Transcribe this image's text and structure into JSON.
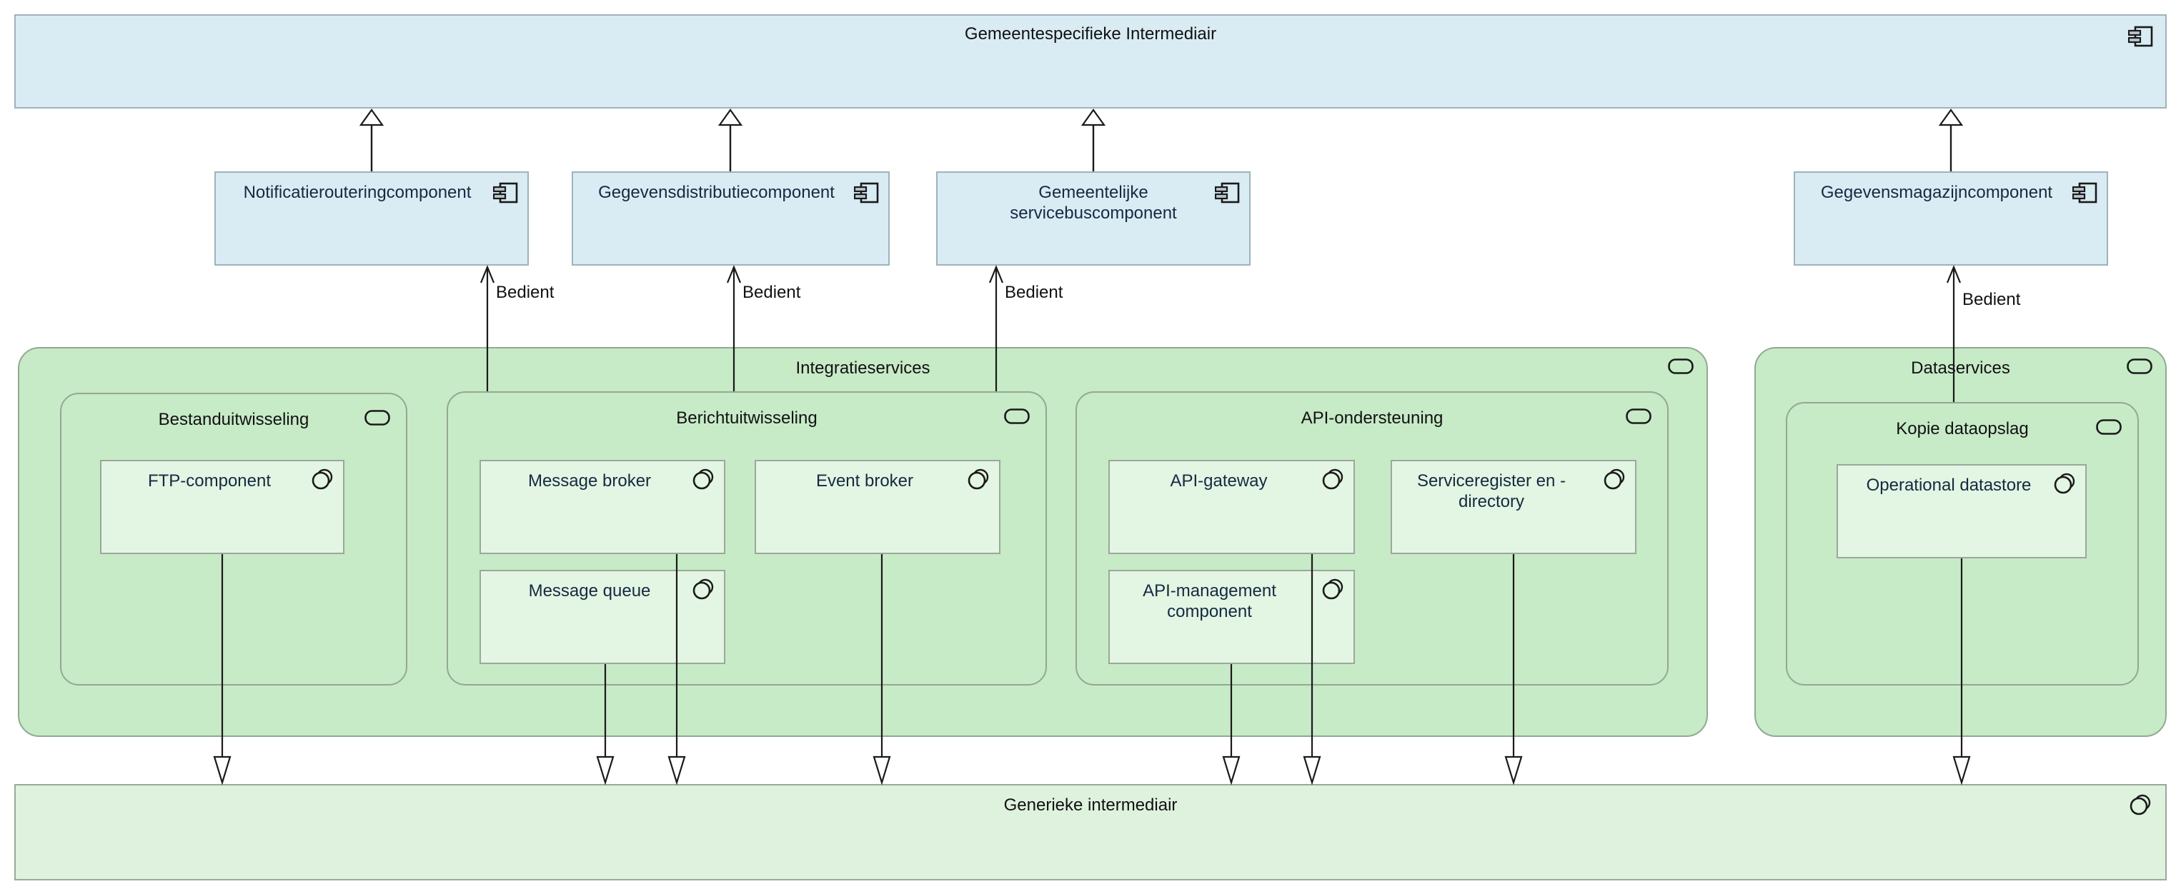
{
  "colors": {
    "component_fill": "#d9ecf4",
    "component_border": "#9fb2bc",
    "container_fill": "#c7eac7",
    "container_border": "#93a893",
    "service_fill": "#e3f5e3",
    "service_border": "#9ba89b",
    "bottom_fill": "#def2de",
    "line": "#1a1a1a",
    "node_label": "#152a40",
    "title_label": "#111111"
  },
  "top_component": {
    "label": "Gemeentespecifieke Intermediair",
    "icon": "uml-component-icon"
  },
  "components": {
    "notificatierouting": {
      "label": "Notificatierouteringcomponent"
    },
    "gegevensdistributie": {
      "label": "Gegevensdistributiecomponent"
    },
    "servicebus": {
      "label": "Gemeentelijke servicebuscomponent"
    },
    "gegevensmagazijn": {
      "label": "Gegevensmagazijncomponent"
    }
  },
  "containers": {
    "integratieservices": {
      "label": "Integratieservices",
      "icon": "grouping-icon"
    },
    "dataservices": {
      "label": "Dataservices",
      "icon": "grouping-icon"
    },
    "bestanduitwisseling": {
      "label": "Bestanduitwisseling",
      "icon": "grouping-icon"
    },
    "berichtuitwisseling": {
      "label": "Berichtuitwisseling",
      "icon": "grouping-icon"
    },
    "api_ondersteuning": {
      "label": "API-ondersteuning",
      "icon": "grouping-icon"
    },
    "kopie_dataopslag": {
      "label": "Kopie dataopslag",
      "icon": "grouping-icon"
    }
  },
  "services": {
    "ftp": {
      "label": "FTP-component"
    },
    "message_broker": {
      "label": "Message broker"
    },
    "event_broker": {
      "label": "Event broker"
    },
    "message_queue": {
      "label": "Message queue"
    },
    "api_gateway": {
      "label": "API-gateway"
    },
    "serviceregister": {
      "label": "Serviceregister en - directory"
    },
    "api_management": {
      "label": "API-management component"
    },
    "operational_datastore": {
      "label": "Operational datastore"
    }
  },
  "generic_intermediair": {
    "label": "Generieke intermediair",
    "icon": "application-service-icon"
  },
  "relations": {
    "serves_label": "Bedient",
    "serves_count": 4,
    "realization_count": 4,
    "used_by_count": 8
  }
}
